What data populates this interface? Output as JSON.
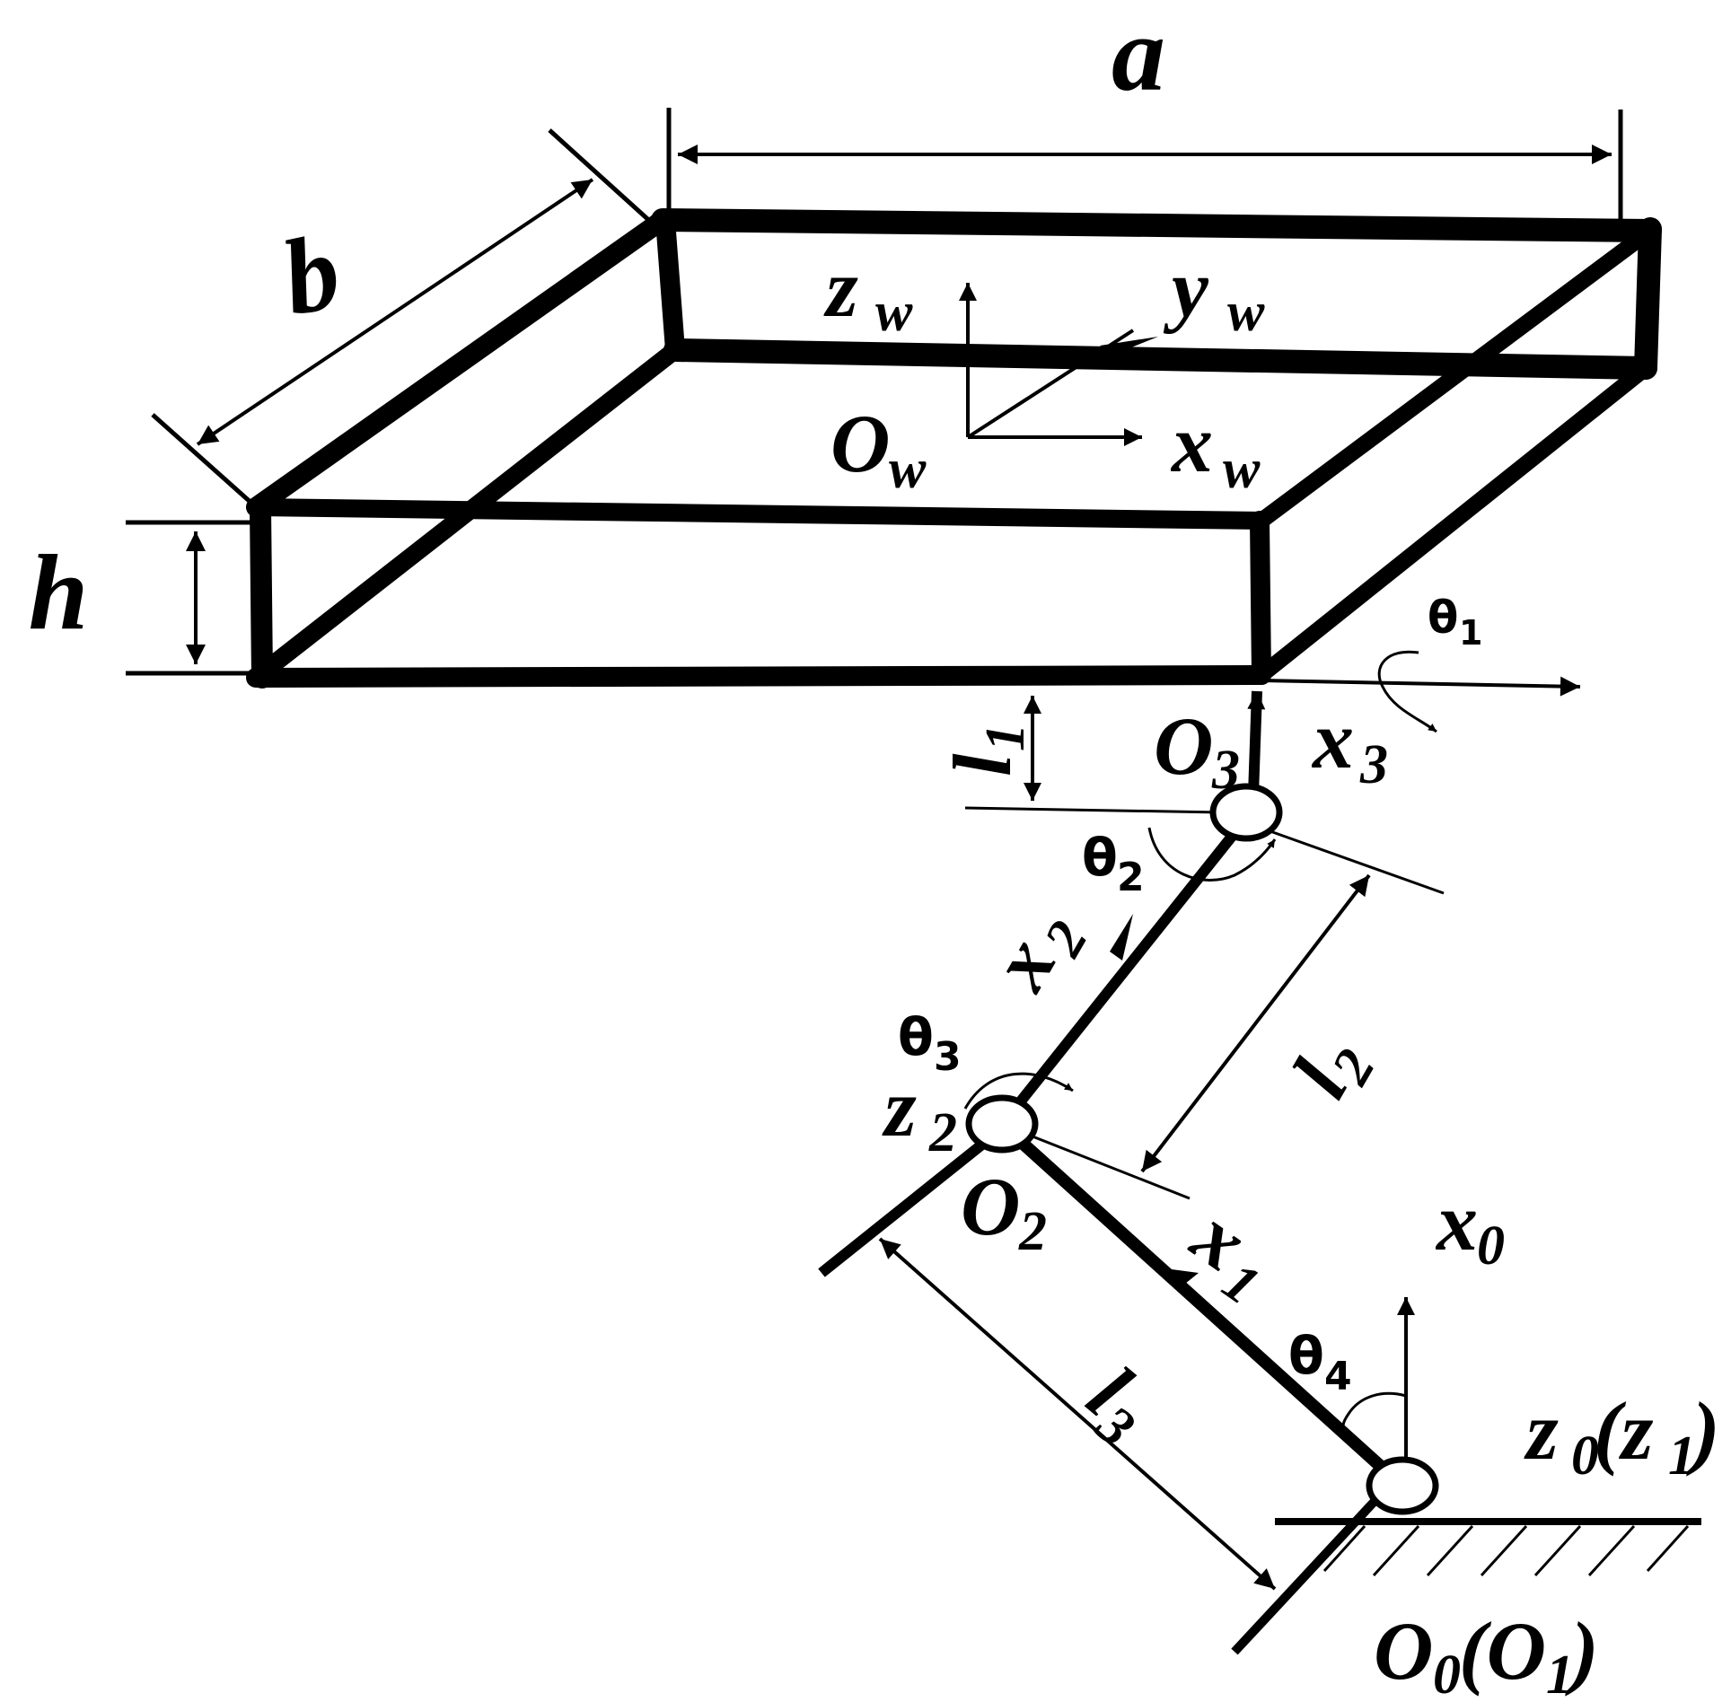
{
  "labels": {
    "a": "a",
    "b": "b",
    "h": "h",
    "l1": "l",
    "l1_sub": "1",
    "l2": "l",
    "l2_sub": "2",
    "l3": "l",
    "l3_sub": "3",
    "zw": "z",
    "zw_sub": "w",
    "yw": "y",
    "yw_sub": "w",
    "xw": "x",
    "xw_sub": "w",
    "Ow": "O",
    "Ow_sub": "w",
    "theta1": "θ",
    "theta1_sub": "1",
    "theta2": "θ",
    "theta2_sub": "2",
    "theta3": "θ",
    "theta3_sub": "3",
    "theta4": "θ",
    "theta4_sub": "4",
    "O3": "O",
    "O3_sub": "3",
    "x3": "x",
    "x3_sub": "3",
    "x2": "x",
    "x2_sub": "2",
    "z2": "z",
    "z2_sub": "2",
    "O2": "O",
    "O2_sub": "2",
    "x1": "x",
    "x1_sub": "1",
    "x0": "x",
    "x0_sub": "0",
    "z0": "z",
    "z0_sub": "0",
    "z0_paren": "(z",
    "z0_paren_sub": "1",
    "z0_close": ")",
    "O0": "O",
    "O0_sub": "0",
    "O0_paren": "(O",
    "O0_paren_sub": "1",
    "O0_close": ")"
  }
}
